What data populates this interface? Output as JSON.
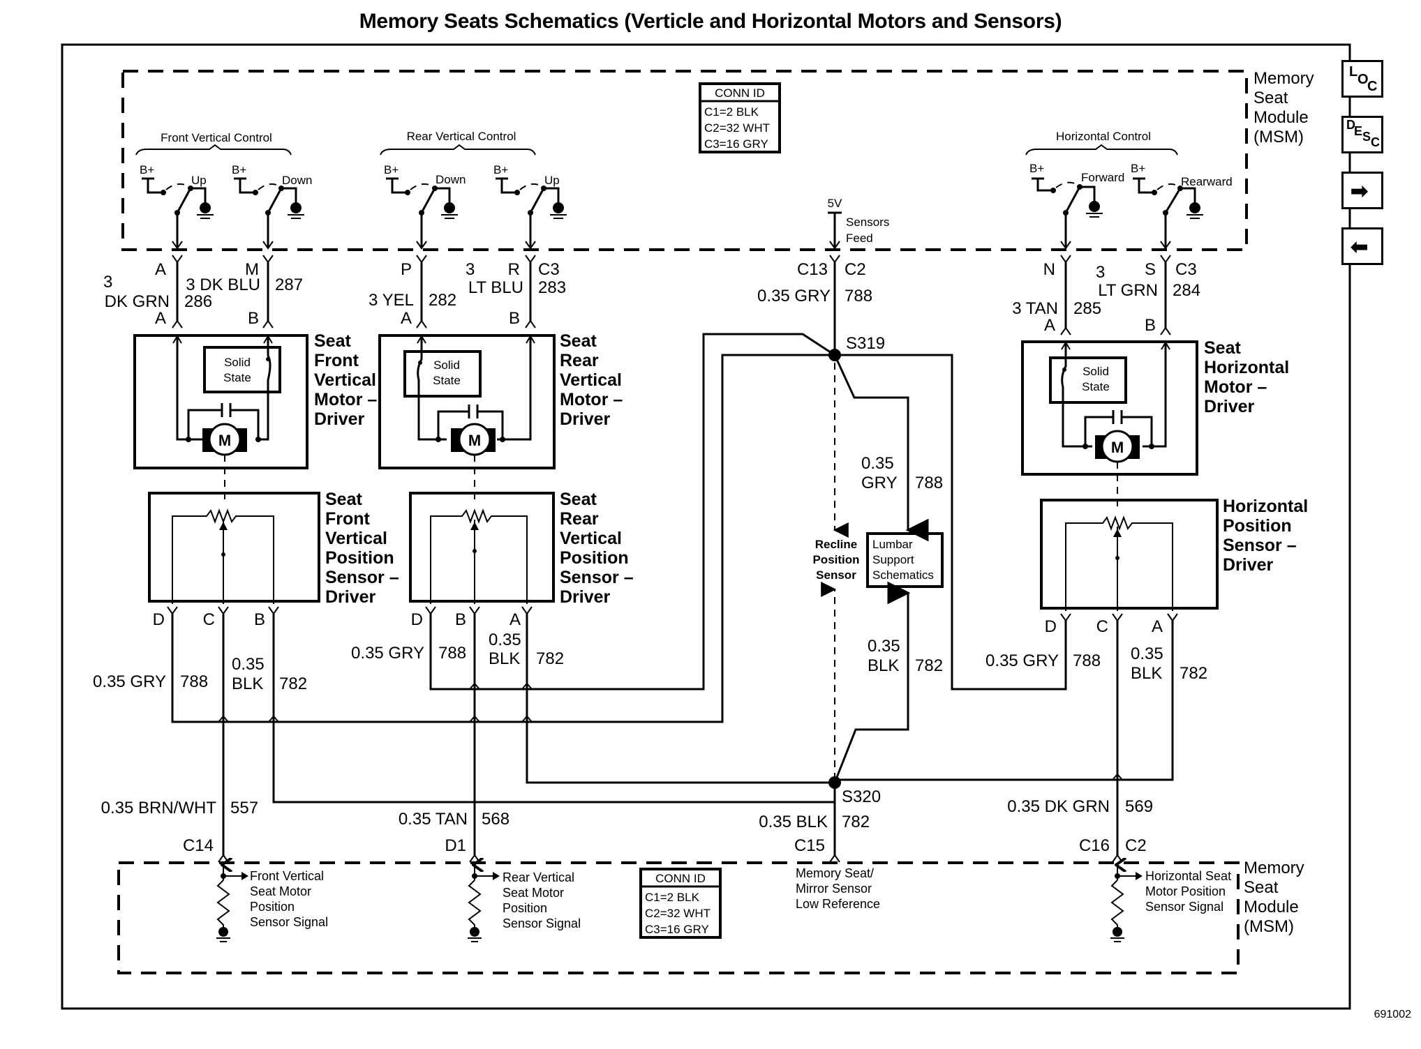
{
  "title": "Memory Seats Schematics (Verticle and Horizontal Motors and Sensors)",
  "figure_id": "691002",
  "modules": {
    "top_msm": [
      "Memory",
      "Seat",
      "Module",
      "(MSM)"
    ],
    "bottom_msm": [
      "Memory",
      "Seat",
      "Module",
      "(MSM)"
    ]
  },
  "conn_id": {
    "header": "CONN ID",
    "rows": [
      "C1=2 BLK",
      "C2=32 WHT",
      "C3=16 GRY"
    ]
  },
  "controls": {
    "front_vertical": {
      "label": "Front Vertical Control",
      "switches": [
        "Up",
        "Down"
      ]
    },
    "rear_vertical": {
      "label": "Rear Vertical Control",
      "switches": [
        "Down",
        "Up"
      ]
    },
    "horizontal": {
      "label": "Horizontal Control",
      "switches": [
        "Forward",
        "Rearward"
      ]
    },
    "bplus": "B+"
  },
  "feed": {
    "voltage": "5V",
    "label": [
      "Sensors",
      "Feed"
    ],
    "conn": "C13",
    "conn2": "C2",
    "wire": "0.35 GRY",
    "circuit": "788"
  },
  "upper_wires": {
    "front_a": {
      "pin_top": "A",
      "gauge": "3",
      "color": "DK GRN",
      "circuit": "286",
      "pin_bottom": "A"
    },
    "front_m": {
      "pin_top": "M",
      "wire": "3 DK BLU",
      "circuit": "287",
      "pin_bottom": "B"
    },
    "rear_p": {
      "pin_top": "P",
      "wire": "3 YEL",
      "circuit": "282",
      "pin_bottom": "A"
    },
    "rear_r": {
      "pin_top": "R",
      "gauge": "3",
      "color": "LT BLU",
      "conn": "C3",
      "circuit": "283",
      "pin_bottom": "B"
    },
    "horiz_n": {
      "pin_top": "N",
      "wire": "3 TAN",
      "circuit": "285",
      "pin_bottom": "A"
    },
    "horiz_s": {
      "pin_top": "S",
      "gauge": "3",
      "color": "LT GRN",
      "conn": "C3",
      "circuit": "284",
      "pin_bottom": "B"
    }
  },
  "motors": {
    "front": {
      "label": [
        "Seat",
        "Front",
        "Vertical",
        "Motor –",
        "Driver"
      ],
      "solid_state": [
        "Solid",
        "State"
      ],
      "symbol": "M"
    },
    "rear": {
      "label": [
        "Seat",
        "Rear",
        "Vertical",
        "Motor –",
        "Driver"
      ],
      "solid_state": [
        "Solid",
        "State"
      ],
      "symbol": "M"
    },
    "horizontal": {
      "label": [
        "Seat",
        "Horizontal",
        "Motor –",
        "Driver"
      ],
      "solid_state": [
        "Solid",
        "State"
      ],
      "symbol": "M"
    }
  },
  "sensors": {
    "front": {
      "label": [
        "Seat",
        "Front",
        "Vertical",
        "Position",
        "Sensor –",
        "Driver"
      ],
      "pins": [
        "D",
        "C",
        "B"
      ]
    },
    "rear": {
      "label": [
        "Seat",
        "Rear",
        "Vertical",
        "Position",
        "Sensor –",
        "Driver"
      ],
      "pins": [
        "D",
        "B",
        "A"
      ]
    },
    "horizontal": {
      "label": [
        "Horizontal",
        "Position",
        "Sensor –",
        "Driver"
      ],
      "pins": [
        "D",
        "C",
        "A"
      ]
    }
  },
  "splices": {
    "s319": "S319",
    "s320": "S320"
  },
  "center": {
    "gry_gauge": "0.35",
    "gry_color": "GRY",
    "gry_circuit": "788",
    "recline": [
      "Recline",
      "Position",
      "Sensor"
    ],
    "lumbar": [
      "Lumbar",
      "Support",
      "Schematics"
    ],
    "blk_gauge": "0.35",
    "blk_color": "BLK",
    "blk_circuit": "782"
  },
  "sensor_wires": {
    "front_gry": {
      "wire": "0.35 GRY",
      "circuit": "788"
    },
    "front_blk": {
      "gauge": "0.35",
      "color": "BLK",
      "circuit": "782"
    },
    "rear_gry": {
      "wire": "0.35 GRY",
      "circuit": "788"
    },
    "rear_blk": {
      "gauge": "0.35",
      "color": "BLK",
      "circuit": "782"
    },
    "horiz_gry": {
      "wire": "0.35 GRY",
      "circuit": "788"
    },
    "horiz_blk": {
      "gauge": "0.35",
      "color": "BLK",
      "circuit": "782"
    }
  },
  "lower_wires": {
    "front_signal": {
      "wire": "0.35 BRN/WHT",
      "circuit": "557",
      "conn": "C14"
    },
    "rear_signal": {
      "wire": "0.35 TAN",
      "circuit": "568",
      "conn": "D1"
    },
    "low_ref": {
      "wire": "0.35 BLK",
      "circuit": "782",
      "conn": "C15"
    },
    "horiz_signal": {
      "wire": "0.35 DK GRN",
      "circuit": "569",
      "conn": "C16",
      "conn2": "C2"
    }
  },
  "signals": {
    "front": [
      "Front Vertical",
      "Seat Motor",
      "Position",
      "Sensor Signal"
    ],
    "rear": [
      "Rear Vertical",
      "Seat Motor",
      "Position",
      "Sensor Signal"
    ],
    "low_ref": [
      "Memory Seat/",
      "Mirror Sensor",
      "Low Reference"
    ],
    "horizontal": [
      "Horizontal Seat",
      "Motor Position",
      "Sensor Signal"
    ]
  },
  "nav": {
    "loc": {
      "letters": [
        "L",
        "O",
        "C"
      ],
      "icon": "loc-icon"
    },
    "desc": {
      "letters": [
        "D",
        "E",
        "S",
        "C"
      ],
      "icon": "desc-icon"
    },
    "next": {
      "glyph": "➡",
      "icon": "arrow-right-icon"
    },
    "prev": {
      "glyph": "⬅",
      "icon": "arrow-left-icon"
    }
  }
}
